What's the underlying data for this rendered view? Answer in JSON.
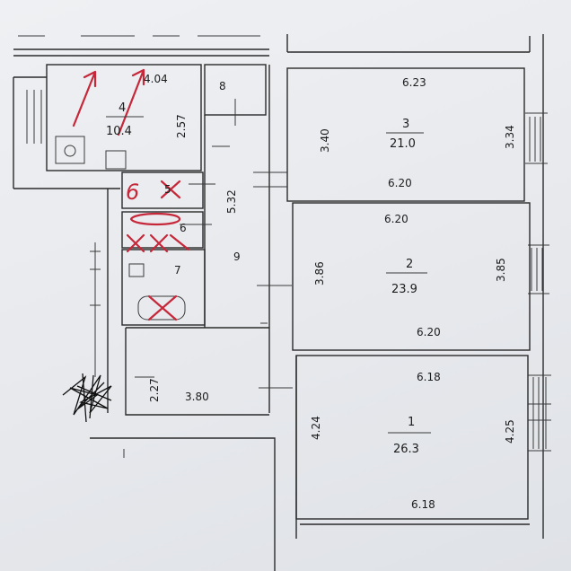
{
  "rooms": [
    {
      "id": "1",
      "area": "26.3",
      "dims": [
        "6.18",
        "4.24",
        "4.25",
        "6.18"
      ]
    },
    {
      "id": "2",
      "area": "23.9",
      "dims": [
        "6.20",
        "3.86",
        "3.85",
        "6.20"
      ]
    },
    {
      "id": "3",
      "area": "21.0",
      "dims": [
        "6.23",
        "3.40",
        "3.34",
        "6.20"
      ]
    },
    {
      "id": "4",
      "area": "10.4",
      "dims": [
        "4.04",
        "2.57"
      ]
    },
    {
      "id": "5",
      "label": "5"
    },
    {
      "id": "6",
      "label": "6"
    },
    {
      "id": "7",
      "label": "7"
    },
    {
      "id": "8",
      "label": "8"
    },
    {
      "id": "9",
      "label": "9",
      "dims": [
        "5.32"
      ]
    }
  ],
  "corridor": {
    "dims": [
      "2.27",
      "3.80"
    ]
  },
  "annotations": {
    "handwritten_room": "6"
  },
  "colors": {
    "ink": "#c6283a",
    "walls": "#2a2a2a",
    "paper": "#e9eaee"
  }
}
